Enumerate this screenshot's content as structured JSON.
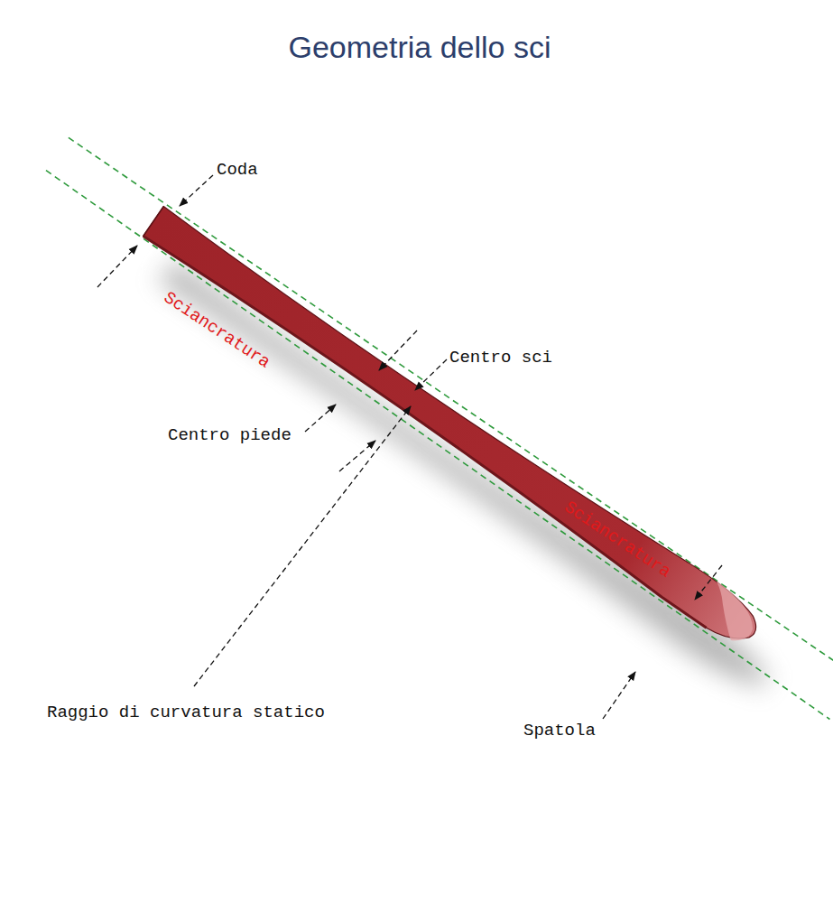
{
  "diagram": {
    "title": "Geometria dello sci",
    "labels": [
      "Coda",
      "Sciancratura",
      "Centro sci",
      "Centro piede",
      "Sciancratura",
      "Raggio di curvatura statico",
      "Spatola"
    ]
  }
}
